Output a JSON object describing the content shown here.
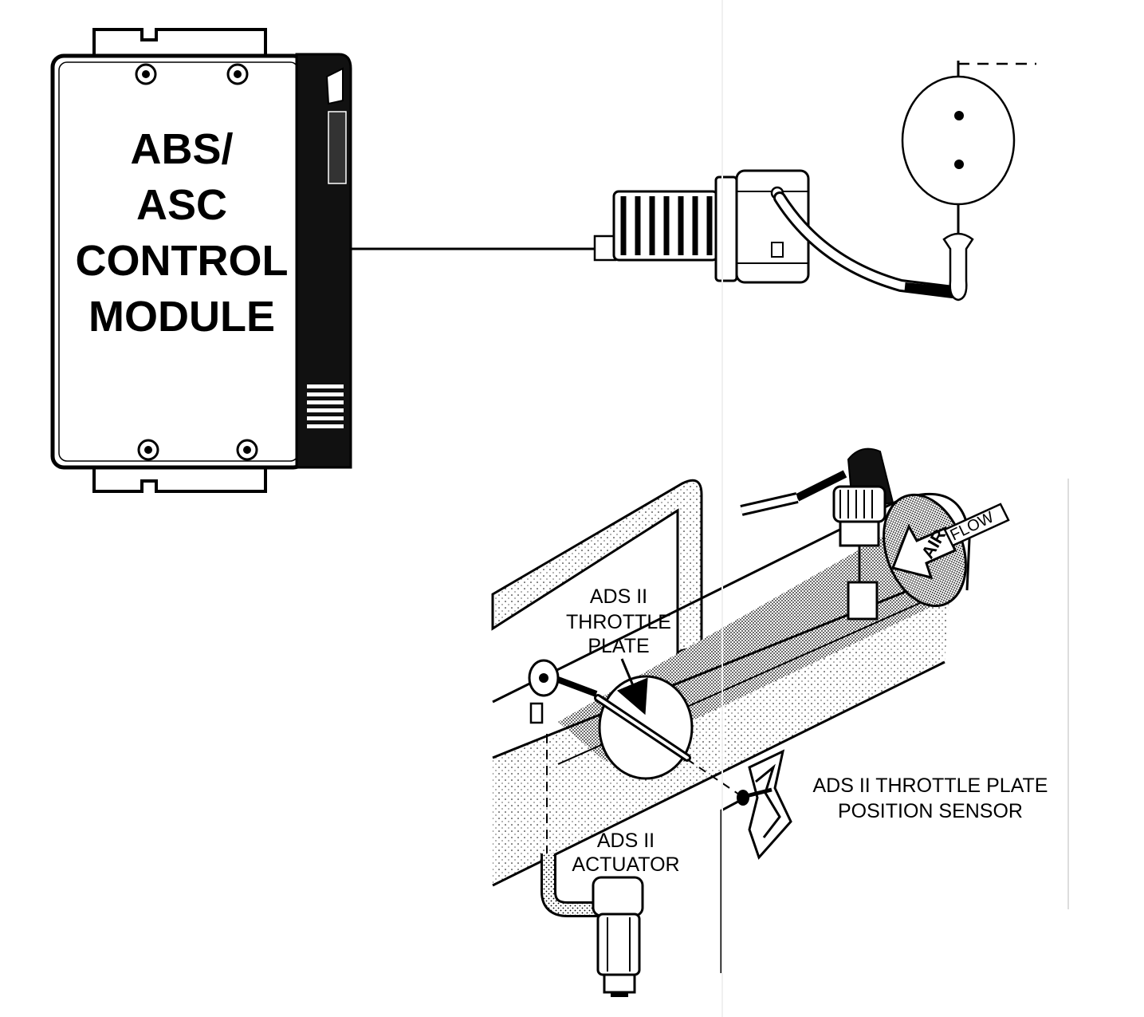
{
  "control_module": {
    "lines": [
      "ABS/",
      "ASC",
      "CONTROL",
      "MODULE"
    ]
  },
  "labels": {
    "throttle_plate": [
      "ADS II",
      "THROTTLE",
      "PLATE"
    ],
    "actuator": [
      "ADS II",
      "ACTUATOR"
    ],
    "position_sensor": [
      "ADS II THROTTLE PLATE",
      "POSITION SENSOR"
    ],
    "air": "AIR",
    "flow": "FLOW"
  }
}
